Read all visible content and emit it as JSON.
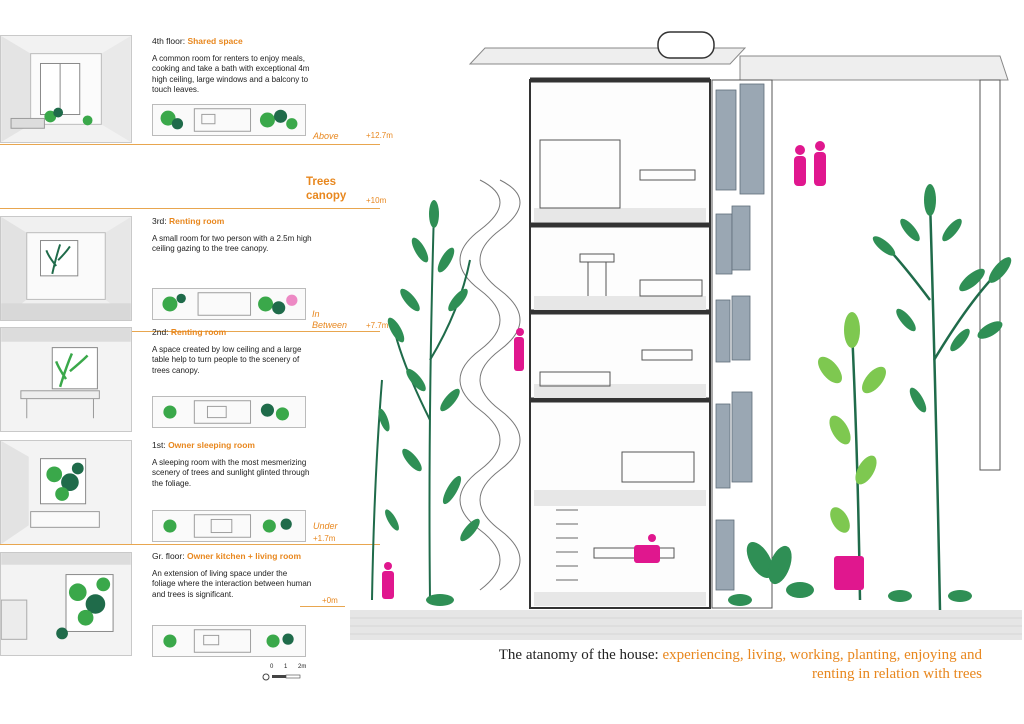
{
  "floors": [
    {
      "key": "f4",
      "level": "4th floor: ",
      "name": "Shared space",
      "desc": "A common room for renters to enjoy meals, cooking and take a bath with exceptional 4m high ceiling, large windows and a balcony to touch leaves."
    },
    {
      "key": "f3",
      "level": "3rd: ",
      "name": "Renting room",
      "desc": "A small room for two person with a 2.5m high ceiling gazing to the tree canopy."
    },
    {
      "key": "f2",
      "level": "2nd: ",
      "name": "Renting room",
      "desc": "A space created by low ceiling and a large table help to turn people to the scenery of trees canopy."
    },
    {
      "key": "f1",
      "level": "1st: ",
      "name": "Owner sleeping room",
      "desc": "A sleeping room with the most mesmerizing scenery of trees and sunlight glinted through the foliage."
    },
    {
      "key": "f0",
      "level": "Gr. floor: ",
      "name": "Owner kitchen + living room",
      "desc": "An extension of living space under the foliage where the interaction between human and trees is significant."
    }
  ],
  "zones": {
    "above": "Above",
    "canopy_line1": "Trees",
    "canopy_line2": "canopy",
    "between_line1": "In",
    "between_line2": "Between",
    "under": "Under"
  },
  "levels": {
    "l127": "+12.7m",
    "l10": "+10m",
    "l77": "+7.7m",
    "l17": "+1.7m",
    "l0": "+0m"
  },
  "scale": {
    "t0": "0",
    "t1": "1",
    "t2": "2m"
  },
  "caption": {
    "lead": "The atanomy of the house: ",
    "accent1": "experiencing, living, working, planting, enjoying and",
    "accent2": "renting in relation with trees"
  },
  "colors": {
    "accent": "#e8871e",
    "figure": "#e0178e",
    "foliage_dark": "#1f6b4a",
    "foliage_light": "#3aa84a"
  }
}
